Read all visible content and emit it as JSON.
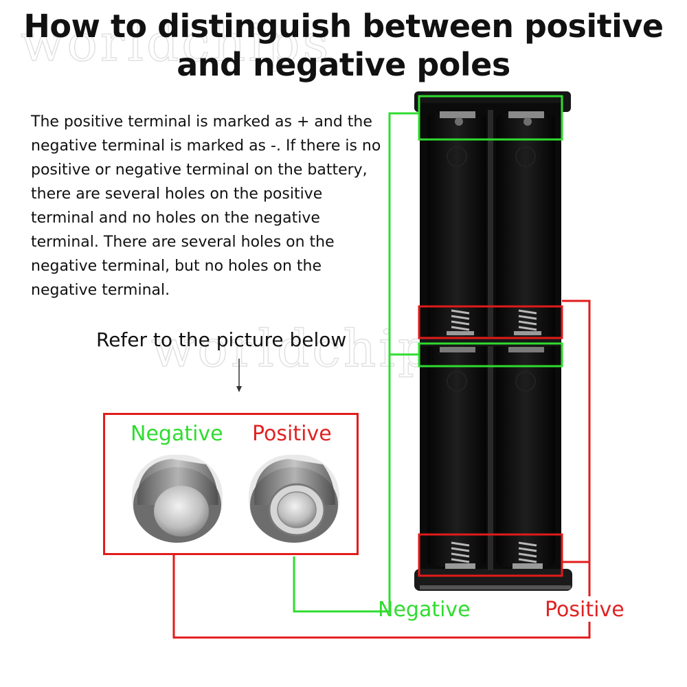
{
  "title": {
    "line1": "How to distinguish between positive",
    "line2": "and negative poles"
  },
  "description": "The positive terminal is marked as + and the negative terminal is marked as -. If there is no positive or negative terminal on the battery, there are several holes on the positive terminal and no holes on the negative terminal. There are several holes on the negative terminal, but no holes on the negative terminal.",
  "refer_text": "Refer to the picture below",
  "inset": {
    "negative_label": "Negative",
    "positive_label": "Positive"
  },
  "callouts": {
    "negative_label": "Negative",
    "positive_label": "Positive"
  },
  "watermark": "worldchips",
  "colors": {
    "negative": "#2fdc2f",
    "positive": "#e02222",
    "holder": "#0b0b0b"
  }
}
